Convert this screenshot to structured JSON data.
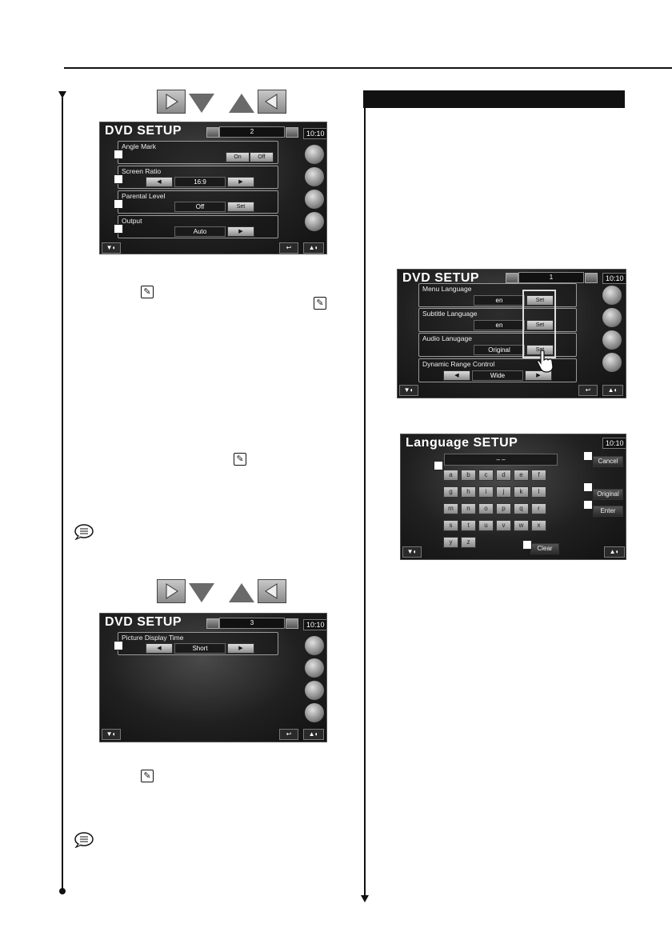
{
  "screens": {
    "s2": {
      "title": "DVD SETUP",
      "page": "2",
      "clock": "10:10",
      "rows": [
        {
          "label": "Angle Mark",
          "on": "On",
          "off": "Off"
        },
        {
          "label": "Screen Ratio",
          "value": "16:9"
        },
        {
          "label": "Parental Level",
          "value": "Off",
          "set": "Set"
        },
        {
          "label": "Output",
          "value": "Auto"
        }
      ]
    },
    "s3": {
      "title": "DVD SETUP",
      "page": "3",
      "clock": "10:10",
      "rows": [
        {
          "label": "Picture Display Time",
          "value": "Short"
        }
      ]
    },
    "s1": {
      "title": "DVD SETUP",
      "page": "1",
      "clock": "10:10",
      "rows": [
        {
          "label": "Menu Language",
          "value": "en",
          "set": "Set"
        },
        {
          "label": "Subtitle Language",
          "value": "en",
          "set": "Set"
        },
        {
          "label": "Audio Lanugage",
          "value": "Original",
          "set": "Set"
        },
        {
          "label": "Dynamic Range Control",
          "value": "Wide"
        }
      ]
    },
    "lang": {
      "title": "Language SETUP",
      "clock": "10:10",
      "display": "– –",
      "keys": [
        "a",
        "b",
        "c",
        "d",
        "e",
        "f",
        "g",
        "h",
        "i",
        "j",
        "k",
        "l",
        "m",
        "n",
        "o",
        "p",
        "q",
        "r",
        "s",
        "t",
        "u",
        "v",
        "w",
        "x",
        "y",
        "z"
      ],
      "cancel": "Cancel",
      "original": "Original",
      "enter": "Enter",
      "clear": "Clear"
    }
  }
}
